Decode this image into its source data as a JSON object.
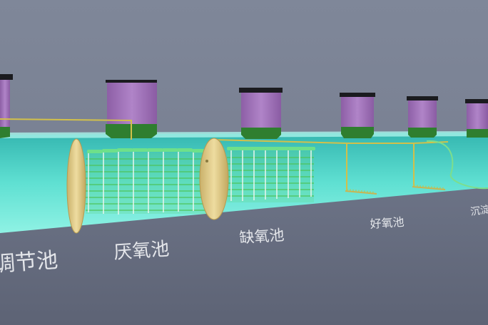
{
  "labels": {
    "tiaojie": "调节池",
    "yanyang": "厌氧池",
    "queyang": "缺氧池",
    "haoyang": "好氧池",
    "chendian": "沉淀池"
  },
  "colors": {
    "background": "#7d8597",
    "water": "#5fe0d2",
    "tank_body": "#a475be",
    "tank_base": "#2f7e2f",
    "pipe": "#d2c04a",
    "partition": "#d8c482",
    "media_green": "#4ec45a"
  }
}
